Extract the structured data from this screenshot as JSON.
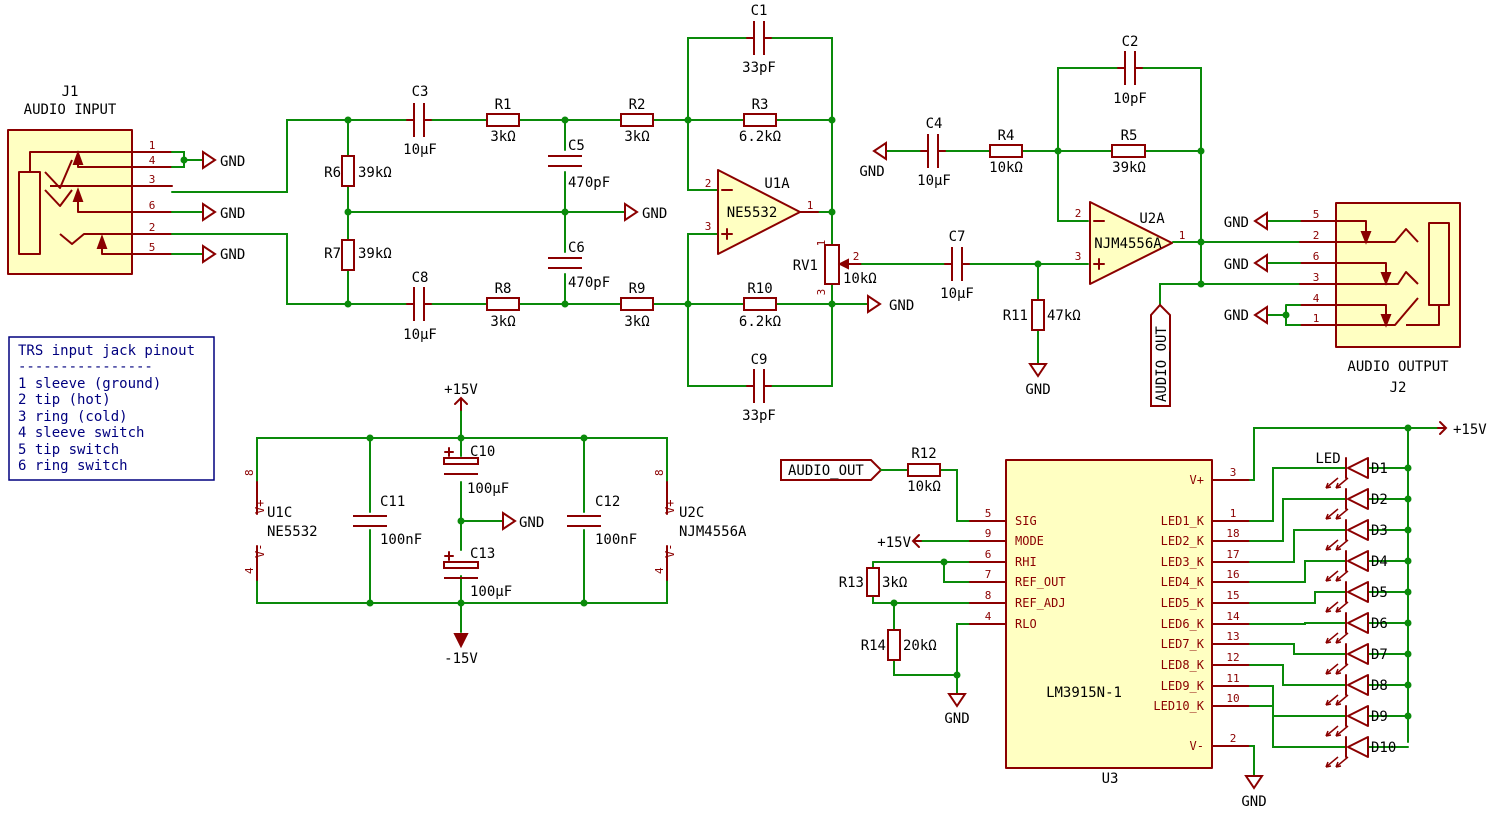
{
  "j1": {
    "ref": "J1",
    "value": "AUDIO INPUT",
    "pins": [
      "1",
      "4",
      "3",
      "6",
      "2",
      "5"
    ]
  },
  "j2": {
    "ref": "J2",
    "value": "AUDIO OUTPUT",
    "pins": [
      "5",
      "2",
      "6",
      "3",
      "4",
      "1"
    ]
  },
  "gnd": "GND",
  "caps": {
    "c1": {
      "ref": "C1",
      "value": "33pF"
    },
    "c2": {
      "ref": "C2",
      "value": "10pF"
    },
    "c3": {
      "ref": "C3",
      "value": "10µF"
    },
    "c4": {
      "ref": "C4",
      "value": "10µF"
    },
    "c5": {
      "ref": "C5",
      "value": "470pF"
    },
    "c6": {
      "ref": "C6",
      "value": "470pF"
    },
    "c7": {
      "ref": "C7",
      "value": "10µF"
    },
    "c8": {
      "ref": "C8",
      "value": "10µF"
    },
    "c9": {
      "ref": "C9",
      "value": "33pF"
    },
    "c10": {
      "ref": "C10",
      "value": "100µF"
    },
    "c11": {
      "ref": "C11",
      "value": "100nF"
    },
    "c12": {
      "ref": "C12",
      "value": "100nF"
    },
    "c13": {
      "ref": "C13",
      "value": "100µF"
    }
  },
  "res": {
    "r1": {
      "ref": "R1",
      "value": "3kΩ"
    },
    "r2": {
      "ref": "R2",
      "value": "3kΩ"
    },
    "r3": {
      "ref": "R3",
      "value": "6.2kΩ"
    },
    "r4": {
      "ref": "R4",
      "value": "10kΩ"
    },
    "r5": {
      "ref": "R5",
      "value": "39kΩ"
    },
    "r6": {
      "ref": "R6",
      "value": "39kΩ"
    },
    "r7": {
      "ref": "R7",
      "value": "39kΩ"
    },
    "r8": {
      "ref": "R8",
      "value": "3kΩ"
    },
    "r9": {
      "ref": "R9",
      "value": "3kΩ"
    },
    "r10": {
      "ref": "R10",
      "value": "6.2kΩ"
    },
    "r11": {
      "ref": "R11",
      "value": "47kΩ"
    },
    "r12": {
      "ref": "R12",
      "value": "10kΩ"
    },
    "r13": {
      "ref": "R13",
      "value": "3kΩ"
    },
    "r14": {
      "ref": "R14",
      "value": "20kΩ"
    }
  },
  "rv1": {
    "ref": "RV1",
    "value": "10kΩ",
    "pins": [
      "1",
      "2",
      "3"
    ]
  },
  "u1a": {
    "ref": "U1A",
    "value": "NE5532",
    "pins": [
      "2",
      "3",
      "1"
    ]
  },
  "u2a": {
    "ref": "U2A",
    "value": "NJM4556A",
    "pins": [
      "2",
      "3",
      "1"
    ]
  },
  "u1c": {
    "ref": "U1C",
    "value": "NE5532",
    "vp": "V+",
    "vm": "V-",
    "pin_vp": "8",
    "pin_vm": "4"
  },
  "u2c": {
    "ref": "U2C",
    "value": "NJM4556A",
    "vp": "V+",
    "vm": "V-",
    "pin_vp": "8",
    "pin_vm": "4"
  },
  "u3": {
    "ref": "U3",
    "value": "LM3915N-1",
    "left_pins": [
      {
        "num": "5",
        "name": "SIG"
      },
      {
        "num": "9",
        "name": "MODE"
      },
      {
        "num": "6",
        "name": "RHI"
      },
      {
        "num": "7",
        "name": "REF_OUT"
      },
      {
        "num": "8",
        "name": "REF_ADJ"
      },
      {
        "num": "4",
        "name": "RLO"
      }
    ],
    "right_pins": [
      {
        "num": "3",
        "name": "V+"
      },
      {
        "num": "1",
        "name": "LED1_K"
      },
      {
        "num": "18",
        "name": "LED2_K"
      },
      {
        "num": "17",
        "name": "LED3_K"
      },
      {
        "num": "16",
        "name": "LED4_K"
      },
      {
        "num": "15",
        "name": "LED5_K"
      },
      {
        "num": "14",
        "name": "LED6_K"
      },
      {
        "num": "13",
        "name": "LED7_K"
      },
      {
        "num": "12",
        "name": "LED8_K"
      },
      {
        "num": "11",
        "name": "LED9_K"
      },
      {
        "num": "10",
        "name": "LED10_K"
      },
      {
        "num": "2",
        "name": "V-"
      }
    ]
  },
  "leds": {
    "value": "LED",
    "refs": [
      "D1",
      "D2",
      "D3",
      "D4",
      "D5",
      "D6",
      "D7",
      "D8",
      "D9",
      "D10"
    ]
  },
  "power": {
    "p15": "+15V",
    "m15": "-15V"
  },
  "net_audio_out": "AUDIO_OUT",
  "pinout_note": {
    "title": "TRS input jack pinout",
    "rule": "----------------",
    "lines": [
      "1 sleeve (ground)",
      "2 tip (hot)",
      "3 ring (cold)",
      "4 sleeve switch",
      "5 tip switch",
      "6 ring switch"
    ]
  }
}
